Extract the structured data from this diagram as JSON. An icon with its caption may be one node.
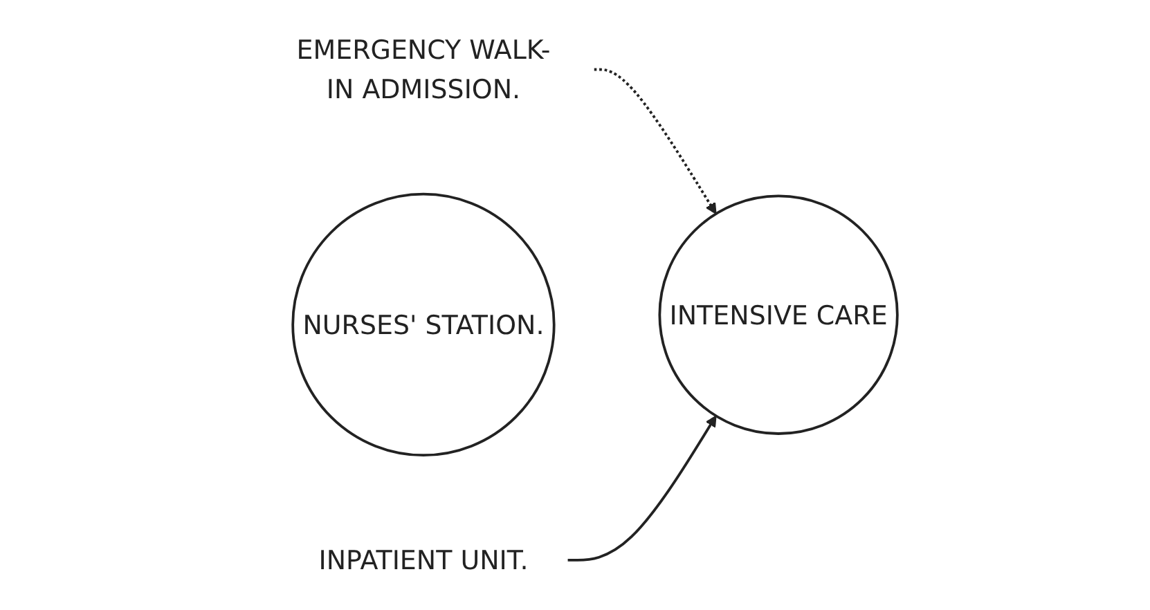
{
  "diagram": {
    "nodes": [
      {
        "text": [
          "EMERGENCY WALK-IN ADMISSION."
        ]
      },
      {
        "text": [
          "INTENSIVE CARE"
        ]
      },
      {
        "text": [
          "NURSES' STATION."
        ]
      },
      {
        "text": [
          "INPATIENT UNIT."
        ]
      }
    ],
    "edges": [
      {
        "from": 0,
        "to": 1,
        "arrow": "to",
        "style": "dashed"
      },
      {
        "from": 3,
        "to": 1,
        "arrow": "to"
      }
    ]
  }
}
